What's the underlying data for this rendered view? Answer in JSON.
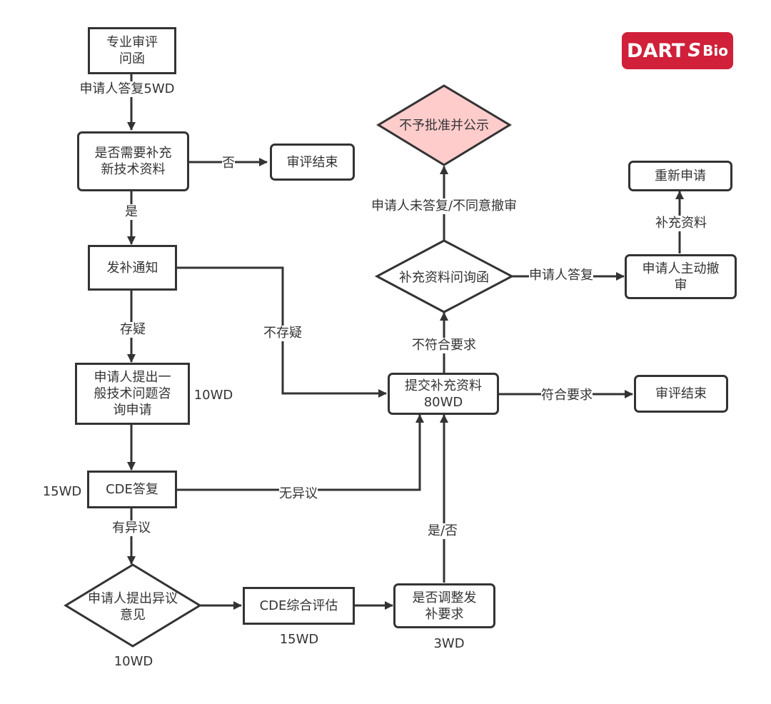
{
  "logo": {
    "brand": "DART",
    "mark": "S",
    "suffix": "Bio",
    "color": "#d0203a"
  },
  "colors": {
    "line": "#333333",
    "reject_fill": "#ffcccc",
    "text": "#333333"
  },
  "nodes": {
    "professional_review": "专业审评\n问函",
    "need_new_tech_data": "是否需要补充\n新技术资料",
    "review_end_1": "审评结束",
    "issue_supplement_notice": "发补通知",
    "general_tech_consult": "申请人提出一\n般技术问题咨\n询申请",
    "cde_reply": "CDE答复",
    "applicant_objection": "申请人提出异议\n意见",
    "cde_assessment": "CDE综合评估",
    "adjust_requirements": "是否调整发\n补要求",
    "submit_supplement": "提交补充资料\n80WD",
    "review_end_2": "审评结束",
    "supplement_inquiry": "补充资料问询函",
    "reject_publicize": "不予批准并公示",
    "withdraw": "申请人主动撤\n审",
    "reapply": "重新申请"
  },
  "edge_labels": {
    "reply_5wd": "申请人答复5WD",
    "no": "否",
    "yes": "是",
    "doubt": "存疑",
    "no_doubt": "不存疑",
    "no_objection": "无异议",
    "has_objection": "有异议",
    "yes_no": "是/否",
    "meets_req": "符合要求",
    "not_meets_req": "不符合要求",
    "applicant_reply": "申请人答复",
    "no_reply_disagree": "申请人未答复/不同意撤审",
    "supplement_data": "补充资料"
  },
  "durations": {
    "consult": "10WD",
    "cde_reply": "15WD",
    "objection": "10WD",
    "assessment": "15WD",
    "adjust": "3WD"
  }
}
